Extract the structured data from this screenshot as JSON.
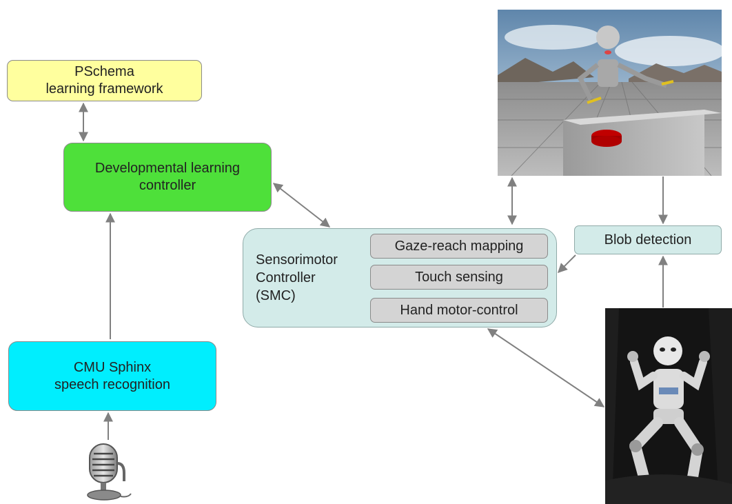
{
  "diagram": {
    "pschema": {
      "line1": "PSchema",
      "line2": "learning framework"
    },
    "developmental_controller": {
      "line1": "Developmental learning",
      "line2": "controller"
    },
    "sphinx": {
      "line1": "CMU Sphinx",
      "line2": "speech recognition"
    },
    "smc": {
      "line1": "Sensorimotor",
      "line2": "Controller",
      "line3": "(SMC)",
      "modules": [
        "Gaze-reach mapping",
        "Touch sensing",
        "Hand motor-control"
      ]
    },
    "blob_detection": "Blob detection",
    "icons": {
      "microphone": "microphone-icon",
      "simulator": "icub-simulator-image",
      "robot": "icub-robot-photo"
    },
    "colors": {
      "pschema": "#ffff9e",
      "developmental_controller": "#4ee03a",
      "sphinx": "#00eefe",
      "smc": "#d3ebe9",
      "module": "#d4d4d4",
      "arrow": "#808080"
    }
  }
}
